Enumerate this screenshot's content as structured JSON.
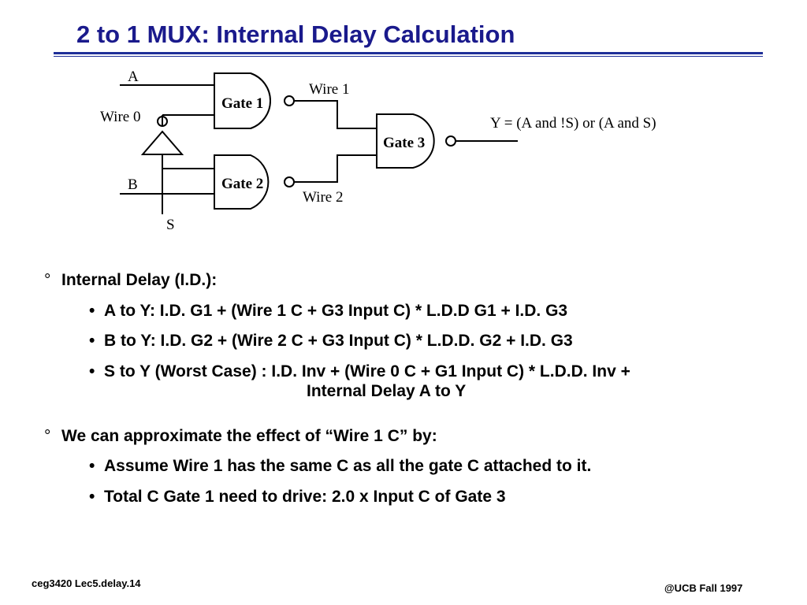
{
  "title": "2 to 1 MUX: Internal Delay Calculation",
  "diagram": {
    "label_a": "A",
    "label_b": "B",
    "label_s": "S",
    "label_wire0": "Wire 0",
    "label_wire1": "Wire 1",
    "label_wire2": "Wire 2",
    "gate1": "Gate 1",
    "gate2": "Gate 2",
    "gate3": "Gate 3",
    "output_expr": "Y = (A and !S) or  (A and S)"
  },
  "bullets": {
    "marker_main": "°",
    "marker_sub": "•",
    "b1": "Internal Delay (I.D.):",
    "b1_1": "A to Y: I.D. G1 + (Wire 1 C + G3 Input C) *  L.D.D G1 + I.D. G3",
    "b1_2": "B to Y: I.D. G2 + (Wire 2 C + G3 Input C) *  L.D.D. G2 + I.D. G3",
    "b1_3_line1": "S to Y (Worst Case) : I.D. Inv + (Wire 0 C + G1 Input C) * L.D.D. Inv +",
    "b1_3_line2": "Internal Delay A to Y",
    "b2": "We can approximate the effect of  “Wire 1 C”  by:",
    "b2_1": "Assume Wire 1 has the same C as all the gate C attached to it.",
    "b2_2": "Total C Gate 1 need to drive: 2.0 x Input C of Gate 3"
  },
  "footer": {
    "left": "ceg3420 Lec5.delay.14",
    "right": "@UCB Fall 1997"
  }
}
